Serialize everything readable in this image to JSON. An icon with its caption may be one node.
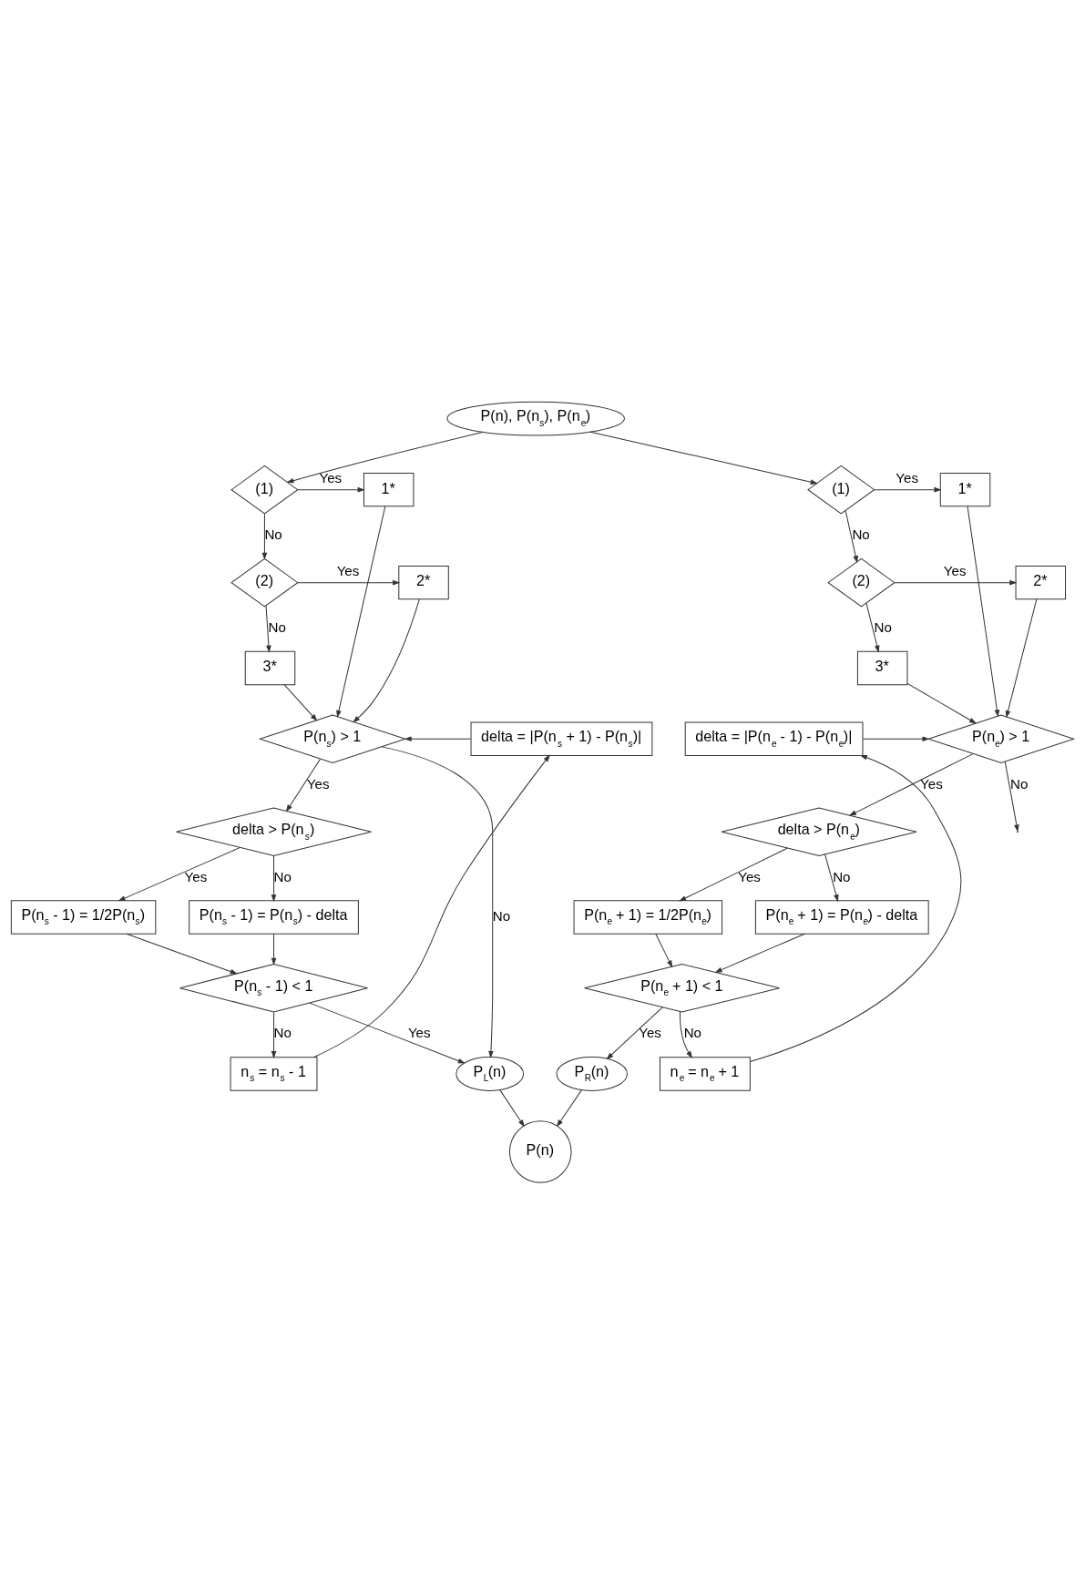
{
  "diagram": {
    "nodes": [
      {
        "text": [
          "P(n), P(n$_{s}$), P(n$_{e}$)"
        ]
      },
      {
        "text": [
          "(1)"
        ]
      },
      {
        "text": [
          "1*"
        ]
      },
      {
        "text": [
          "(2)"
        ]
      },
      {
        "text": [
          "2*"
        ]
      },
      {
        "text": [
          "3*"
        ]
      },
      {
        "text": [
          "(1)"
        ]
      },
      {
        "text": [
          "1*"
        ]
      },
      {
        "text": [
          "(2)"
        ]
      },
      {
        "text": [
          "2*"
        ]
      },
      {
        "text": [
          "3*"
        ]
      },
      {
        "text": [
          "P(n$_{s}$) > 1"
        ]
      },
      {
        "text": [
          "delta = |P(n$_{s}$ + 1) - P(n$_{s}$)|"
        ]
      },
      {
        "text": [
          "delta = |P(n$_{e}$ - 1) - P(n$_{e}$)|"
        ]
      },
      {
        "text": [
          "P(n$_{e}$) > 1"
        ]
      },
      {
        "text": [
          "delta > P(n$_{s}$)"
        ]
      },
      {
        "text": [
          "P(n$_{s}$ - 1) = P(n$_{s}$) - delta"
        ]
      },
      {
        "text": [
          "P(n$_{s}$ - 1) = 1/2P(n$_{s}$)"
        ]
      },
      {
        "text": [
          "delta > P(n$_{e}$)"
        ]
      },
      {
        "text": [
          "P(n$_{e}$ + 1) = P(n$_{e}$) - delta"
        ]
      },
      {
        "text": [
          "P(n$_{e}$ + 1) = 1/2P(n$_{e}$)"
        ]
      },
      {
        "text": [
          "P(n$_{s}$ - 1) < 1"
        ]
      },
      {
        "text": [
          "n$_{s}$ = n$_{s}$ - 1"
        ]
      },
      {
        "text": [
          "P(n$_{e}$ + 1) < 1"
        ]
      },
      {
        "text": [
          "n$_{e}$ = n$_{e}$ + 1"
        ]
      },
      {
        "text": [
          "P$_{L}$(n)"
        ]
      },
      {
        "text": [
          "P$_{R}$(n)"
        ]
      },
      {
        "text": [
          "P(n)"
        ]
      }
    ],
    "edges": [
      {
        "from": 0,
        "to": 1,
        "arrow": "to"
      },
      {
        "from": 0,
        "to": 6,
        "arrow": "to"
      },
      {
        "from": 1,
        "to": 2,
        "arrow": "to",
        "label": "Yes"
      },
      {
        "from": 1,
        "to": 3,
        "arrow": "to",
        "label": "No"
      },
      {
        "from": 3,
        "to": 4,
        "arrow": "to",
        "label": "Yes"
      },
      {
        "from": 3,
        "to": 5,
        "arrow": "to",
        "label": "No"
      },
      {
        "from": 6,
        "to": 7,
        "arrow": "to",
        "label": "Yes"
      },
      {
        "from": 6,
        "to": 8,
        "arrow": "to",
        "label": "No"
      },
      {
        "from": 8,
        "to": 9,
        "arrow": "to",
        "label": "Yes"
      },
      {
        "from": 8,
        "to": 10,
        "arrow": "to",
        "label": "No"
      },
      {
        "from": 2,
        "to": 11,
        "arrow": "to"
      },
      {
        "from": 4,
        "to": 11,
        "arrow": "to"
      },
      {
        "from": 5,
        "to": 11,
        "arrow": "to"
      },
      {
        "from": 7,
        "to": 14,
        "arrow": "to"
      },
      {
        "from": 9,
        "to": 14,
        "arrow": "to"
      },
      {
        "from": 10,
        "to": 14,
        "arrow": "to"
      },
      {
        "from": 12,
        "to": 11,
        "arrow": "to"
      },
      {
        "from": 13,
        "to": 14,
        "arrow": "to"
      },
      {
        "from": 11,
        "to": 25,
        "arrow": "to",
        "label": "No"
      },
      {
        "from": 11,
        "to": 15,
        "arrow": "to",
        "label": "Yes"
      },
      {
        "from": 14,
        "to": null,
        "arrow": "to",
        "label": "No"
      },
      {
        "from": 14,
        "to": 18,
        "arrow": "to",
        "label": "Yes"
      },
      {
        "from": 15,
        "to": 16,
        "arrow": "to",
        "label": "No"
      },
      {
        "from": 15,
        "to": 17,
        "arrow": "to",
        "label": "Yes"
      },
      {
        "from": 18,
        "to": 19,
        "arrow": "to",
        "label": "No"
      },
      {
        "from": 18,
        "to": 20,
        "arrow": "to",
        "label": "Yes"
      },
      {
        "from": 16,
        "to": 21,
        "arrow": "to"
      },
      {
        "from": 17,
        "to": 21,
        "arrow": "to"
      },
      {
        "from": 19,
        "to": 23,
        "arrow": "to"
      },
      {
        "from": 20,
        "to": 23,
        "arrow": "to"
      },
      {
        "from": 21,
        "to": 25,
        "arrow": "to",
        "label": "Yes"
      },
      {
        "from": 21,
        "to": 22,
        "arrow": "to",
        "label": "No"
      },
      {
        "from": 23,
        "to": 26,
        "arrow": "to",
        "label": "Yes"
      },
      {
        "from": 23,
        "to": 24,
        "arrow": "to",
        "label": "No"
      },
      {
        "from": 22,
        "to": 12,
        "arrow": "to"
      },
      {
        "from": 24,
        "to": 13,
        "arrow": "to"
      },
      {
        "from": 25,
        "to": 27,
        "arrow": "to"
      },
      {
        "from": 26,
        "to": 27,
        "arrow": "to"
      }
    ]
  }
}
